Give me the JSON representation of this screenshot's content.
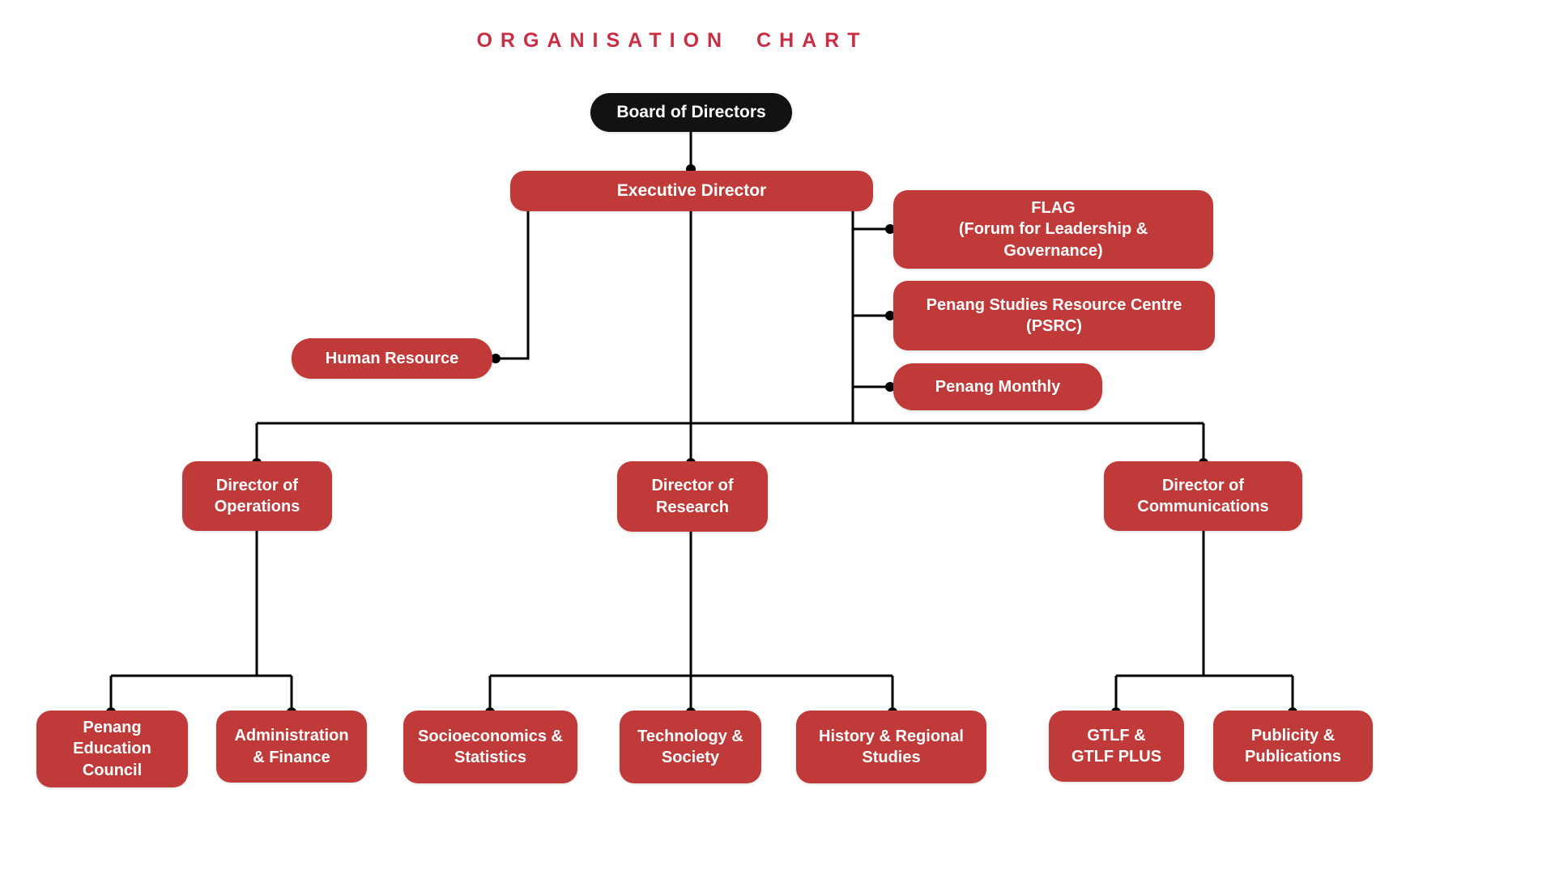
{
  "title": "ORGANISATION CHART",
  "colors": {
    "box_red": "#BF3A38",
    "title_red": "#C82E44",
    "top_box_black": "#121212",
    "line_black": "#000000",
    "label_white": "#FFFFFF"
  },
  "nodes": {
    "board": "Board of Directors",
    "executive": "Executive Director",
    "flag": "FLAG\n(Forum for Leadership &\nGovernance)",
    "psrc": "Penang Studies Resource Centre\n(PSRC)",
    "monthly": "Penang Monthly",
    "hr": "Human Resource",
    "ops": "Director of\nOperations",
    "research": "Director of\nResearch",
    "comms": "Director of\nCommunications",
    "pec": "Penang\nEducation\nCouncil",
    "admin": "Administration\n& Finance",
    "socio": "Socioeconomics &\nStatistics",
    "tech": "Technology &\nSociety",
    "history": "History & Regional\nStudies",
    "gtlf": "GTLF &\nGTLF PLUS",
    "publicity": "Publicity &\nPublications"
  }
}
